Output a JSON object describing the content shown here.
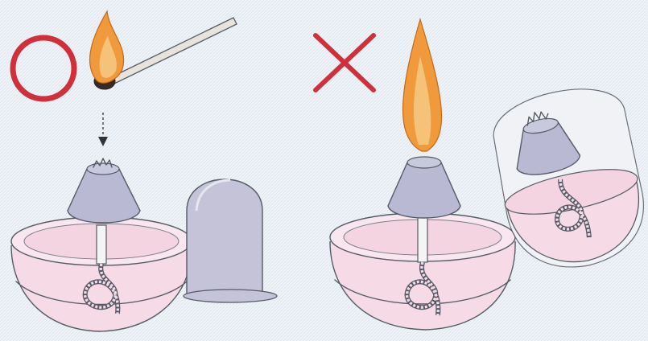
{
  "panels": [
    {
      "mark": "circle-mark",
      "meaning": "correct",
      "mark_color": "#d0303a"
    },
    {
      "mark": "cross-mark",
      "meaning": "incorrect",
      "mark_color": "#d0303a"
    }
  ],
  "colors": {
    "background": "#eef4f8",
    "glass": "#f6dbe6",
    "glass_outline": "#555b66",
    "burner_cap": "#b9b9d3",
    "snuffer_cap": "#c4c3d8",
    "flame_outer": "#f09a3c",
    "flame_inner": "#f5c27a",
    "match_stick": "#e8e4dc"
  },
  "icons": [
    "circle-mark-icon",
    "cross-mark-icon",
    "match-icon",
    "flame-icon",
    "down-arrow-icon",
    "alcohol-lamp-icon",
    "lamp-cap-icon"
  ]
}
